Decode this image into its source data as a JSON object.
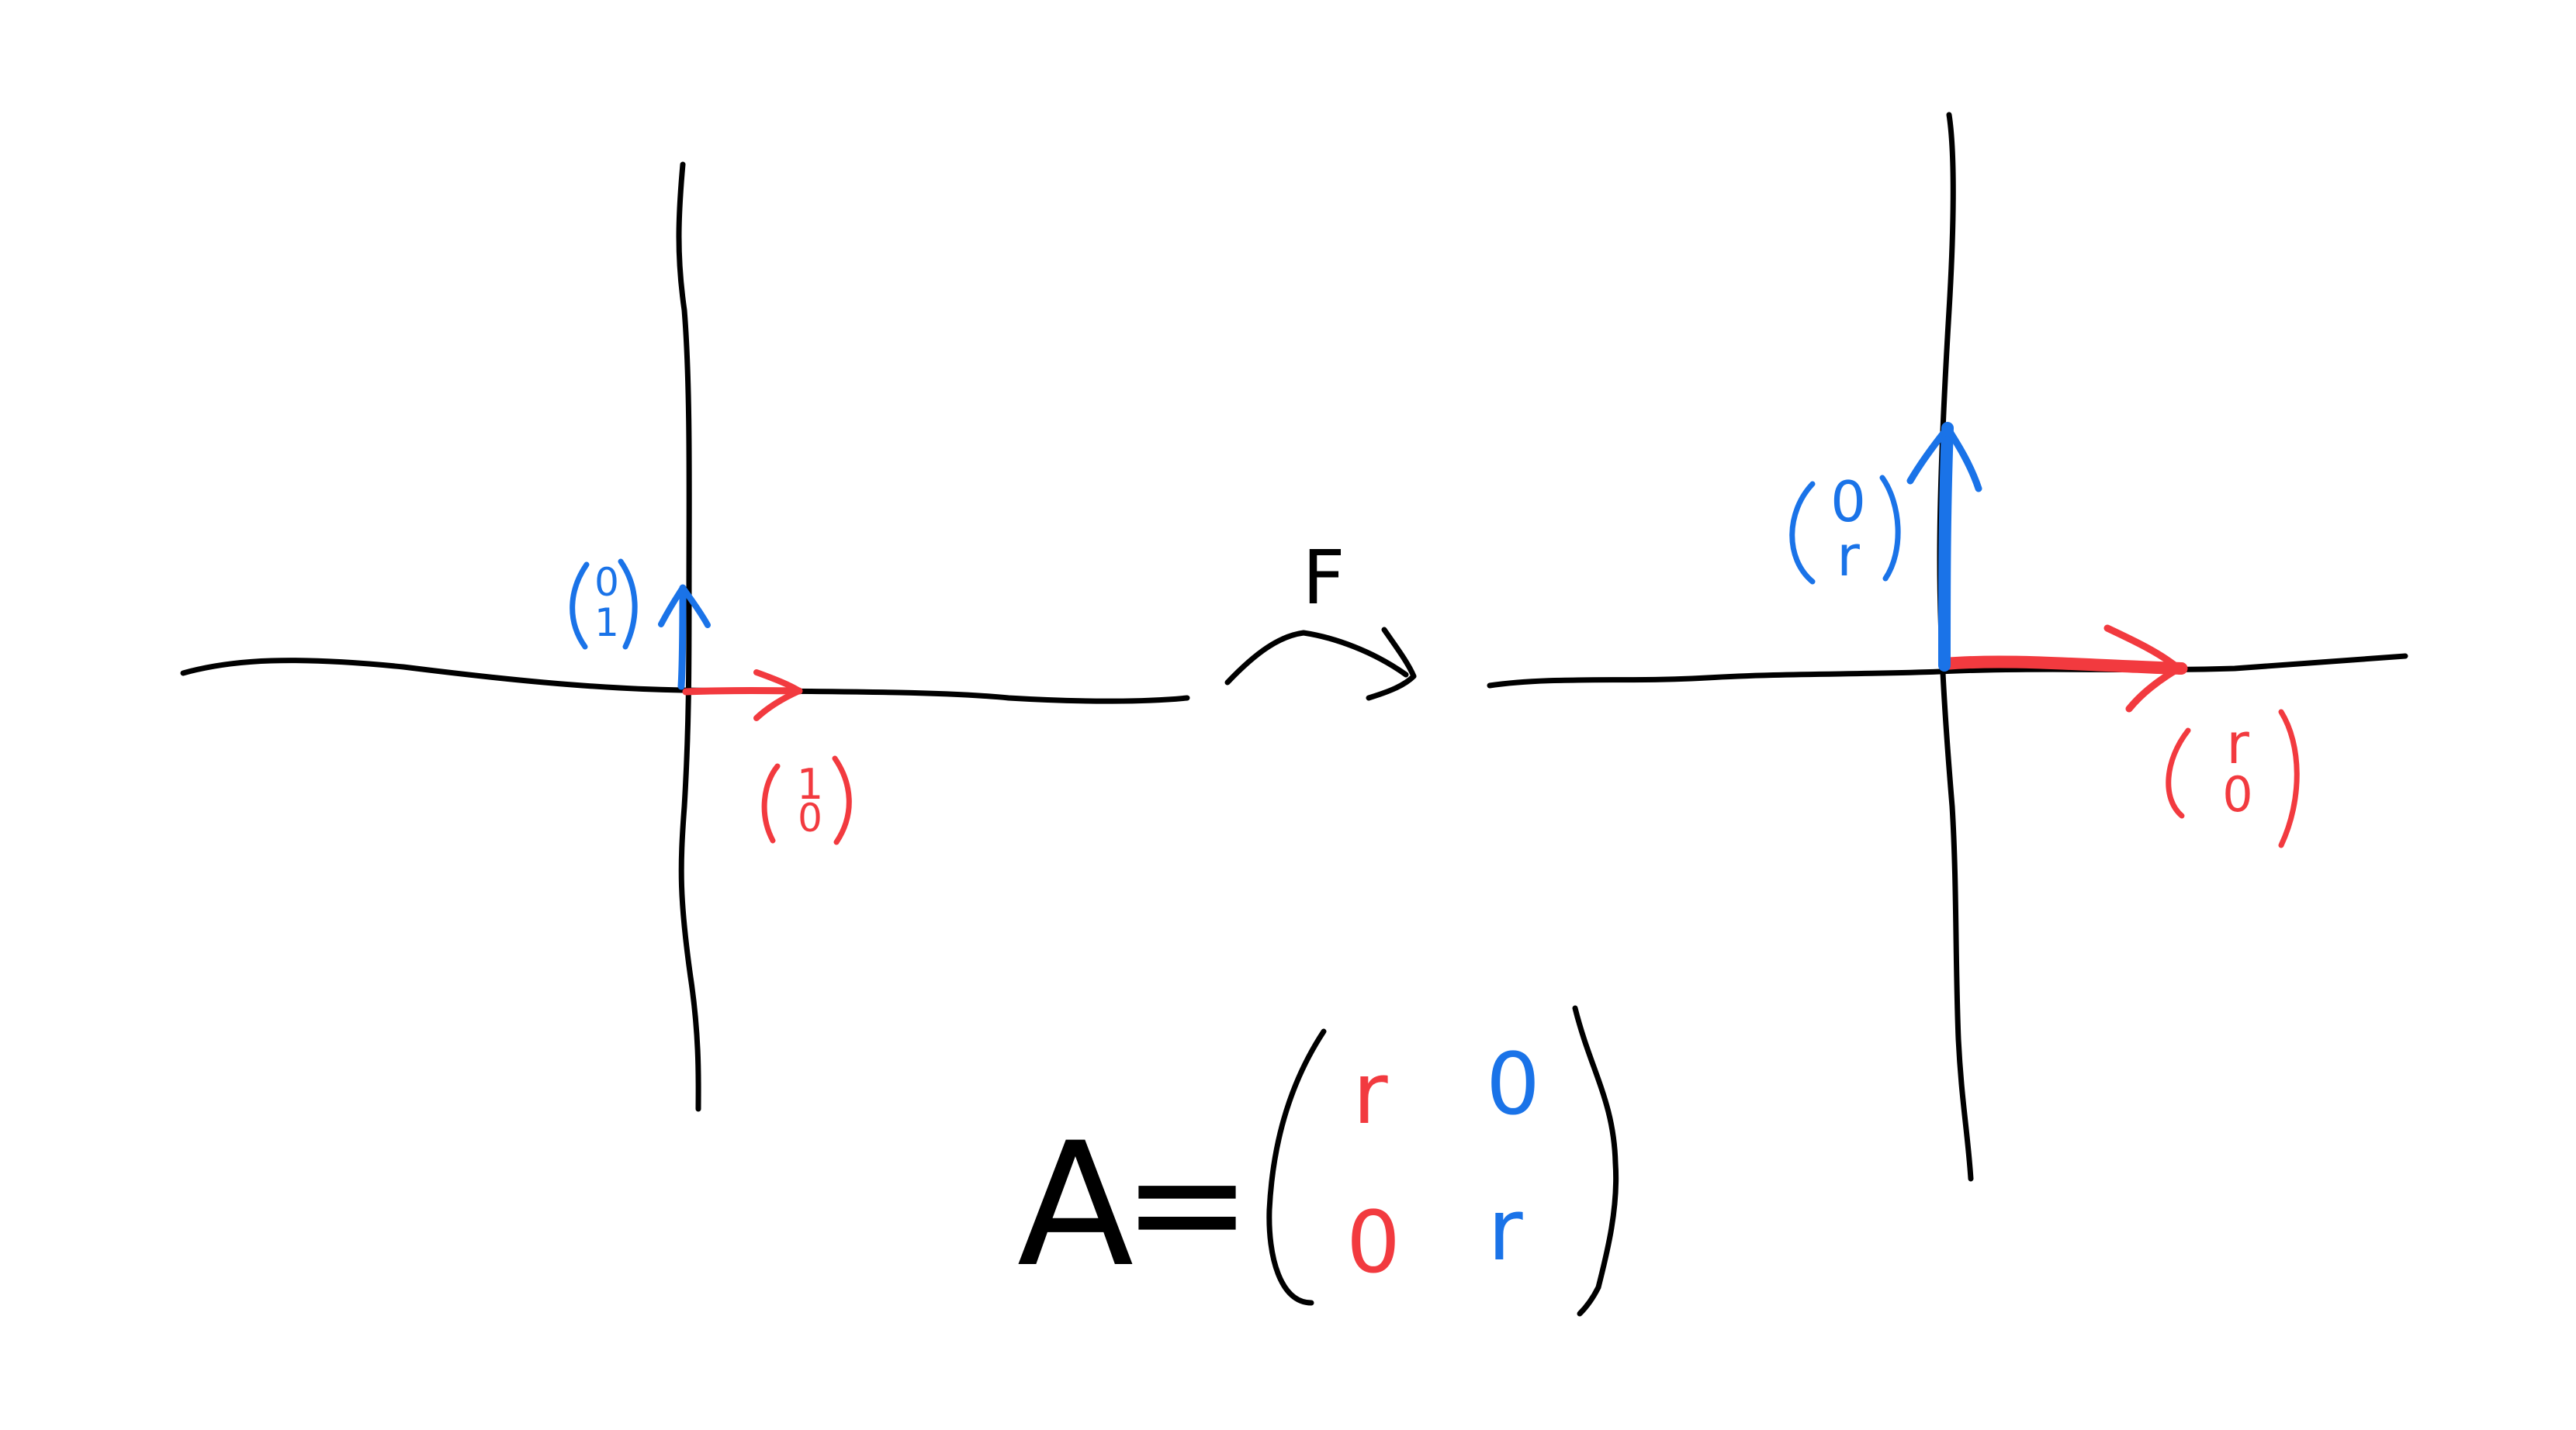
{
  "colors": {
    "ink": "#000000",
    "red": "#f23a3f",
    "blue": "#1a73e8",
    "background": "#ffffff"
  },
  "map_label": "F",
  "left_plane": {
    "e1_label": {
      "top": "1",
      "bottom": "0"
    },
    "e2_label": {
      "top": "0",
      "bottom": "1"
    }
  },
  "right_plane": {
    "image_e1_label": {
      "top": "r",
      "bottom": "0"
    },
    "image_e2_label": {
      "top": "0",
      "bottom": "r"
    }
  },
  "matrix": {
    "name": "A",
    "equals": "=",
    "entries": [
      [
        "r",
        "0"
      ],
      [
        "0",
        "r"
      ]
    ]
  }
}
